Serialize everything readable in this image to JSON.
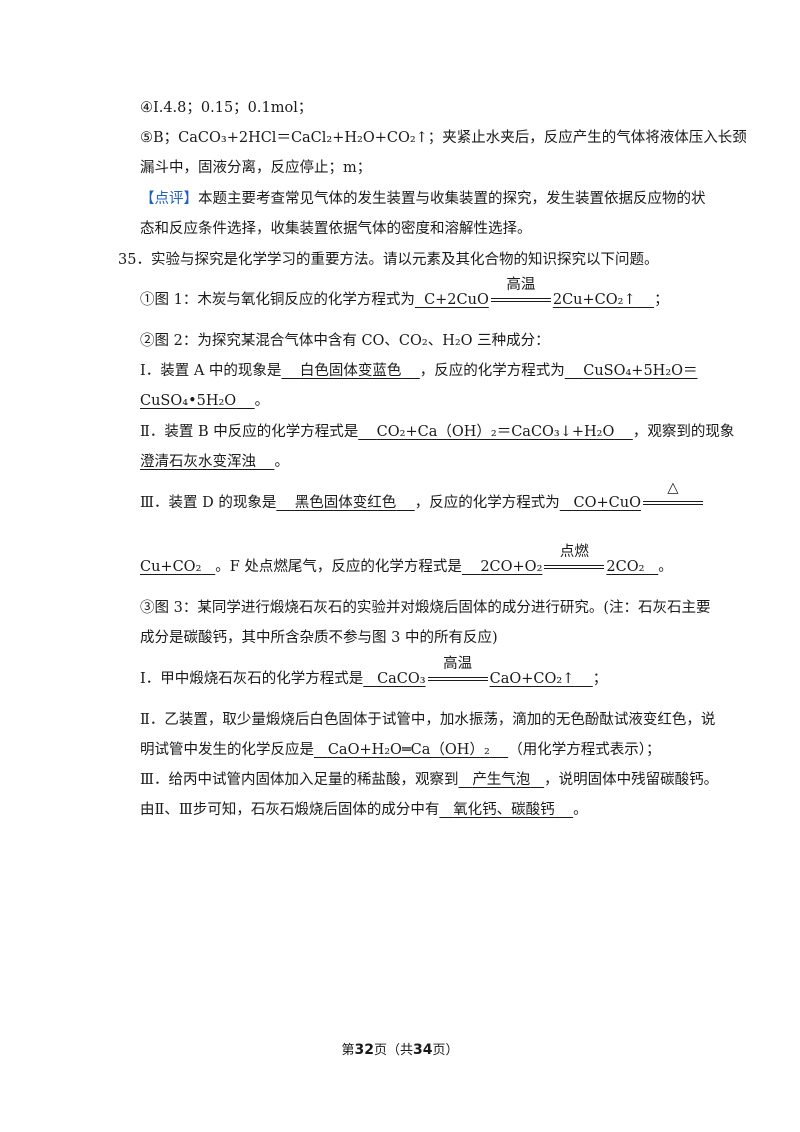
{
  "prev_answers": {
    "item4": "④I.4.8；0.15；0.1mol；",
    "item5_line1": "⑤B；CaCO₃+2HCl＝CaCl₂+H₂O+CO₂↑；夹紧止水夹后，反应产生的气体将液体压入长颈",
    "item5_line2": "漏斗中，固液分离，反应停止；m；",
    "review_tag": "【点评】",
    "review_line1": "本题主要考查常见气体的发生装置与收集装置的探究，发生装置依据反应物的状",
    "review_line2": "态和反应条件选择，收集装置依据气体的密度和溶解性选择。"
  },
  "q35": {
    "stem": "35．实验与探究是化学学习的重要方法。请以元素及其化合物的知识探究以下问题。",
    "p1": {
      "prefix": "①图 1：木炭与氧化铜反应的化学方程式为",
      "reactants": "C+2CuO",
      "condition": "高温",
      "products": "2Cu+CO₂↑",
      "suffix": "；"
    },
    "p2": {
      "intro": "②图 2：为探究某混合气体中含有 CO、CO₂、H₂O 三种成分：",
      "i_prefix": "Ⅰ．装置 A 中的现象是",
      "i_phenomenon": "白色固体变蓝色",
      "i_mid": "，反应的化学方程式为",
      "i_eq_part1": "CuSO₄+5H₂O＝",
      "i_eq_part2": "CuSO₄•5H₂O",
      "i_suffix": "。",
      "ii_prefix": "Ⅱ．装置 B 中反应的化学方程式是",
      "ii_eq": "CO₂+Ca（OH）₂＝CaCO₃↓+H₂O",
      "ii_mid": "，观察到的现象",
      "ii_phenomenon": "澄清石灰水变浑浊",
      "ii_suffix": "。",
      "iii_prefix": "Ⅲ．装置 D 的现象是",
      "iii_phenomenon": "黑色固体变红色",
      "iii_mid": "，反应的化学方程式为",
      "iii_reactants": "CO+CuO",
      "iii_condition": "△",
      "iii_products": "Cu+CO₂",
      "iii_f_text": "。F 处点燃尾气，反应的化学方程式是",
      "f_reactants": "2CO+O₂",
      "f_condition": "点燃",
      "f_products": "2CO₂",
      "f_suffix": "。"
    },
    "p3": {
      "intro_line1": "③图 3：某同学进行煅烧石灰石的实验并对煅烧后固体的成分进行研究。(注：石灰石主要",
      "intro_line2": "成分是碳酸钙，其中所含杂质不参与图 3  中的所有反应)",
      "i_prefix": "Ⅰ．甲中煅烧石灰石的化学方程式是",
      "i_reactants": "CaCO₃",
      "i_condition": "高温",
      "i_products": "CaO+CO₂↑",
      "i_suffix": "；",
      "ii_line1": "Ⅱ．乙装置，取少量煅烧后白色固体于试管中，加水振荡，滴加的无色酚酞试液变红色，说",
      "ii_line2_prefix": "明试管中发生的化学反应是",
      "ii_eq": "CaO+H₂O═Ca（OH）₂",
      "ii_line2_suffix": "（用化学方程式表示）；",
      "iii_prefix": "Ⅲ．给丙中试管内固体加入足量的稀盐酸，观察到",
      "iii_phenomenon": "产生气泡",
      "iii_suffix": "，说明固体中残留碳酸钙。",
      "concl_prefix": "由Ⅱ、Ⅲ步可知，石灰石煅烧后固体的成分中有",
      "concl_answer": "氧化钙、碳酸钙",
      "concl_suffix": "。"
    }
  },
  "footer": {
    "pre": "第",
    "page": "32",
    "mid": "页（共",
    "total": "34",
    "post": "页）"
  }
}
